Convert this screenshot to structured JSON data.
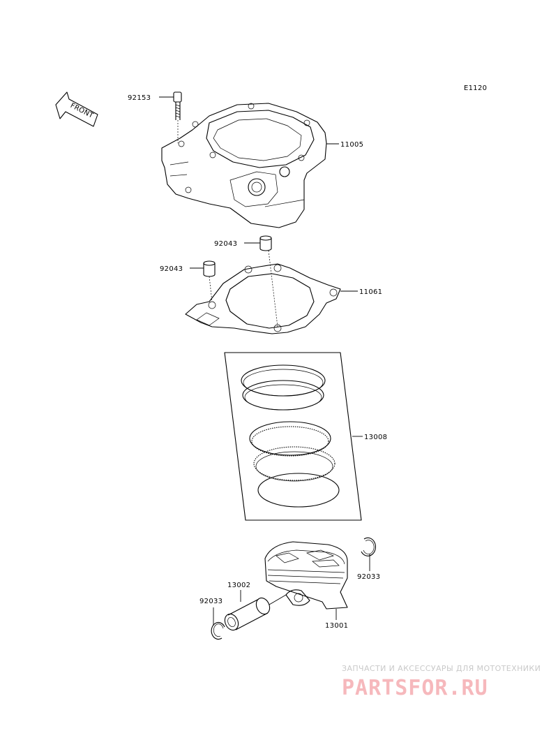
{
  "diagram_code": "E1120",
  "front_label": "FRONT",
  "parts": {
    "bolt": "92153",
    "cylinder": "11005",
    "dowel_upper": "92043",
    "dowel_lower": "92043",
    "gasket": "11061",
    "ring_set": "13008",
    "circlip_right": "92033",
    "pin": "13002",
    "circlip_left": "92033",
    "piston": "13001"
  },
  "watermark": {
    "subtitle": "ЗАПЧАСТИ И АКСЕССУАРЫ ДЛЯ МОТОТЕХНИКИ",
    "brand": "PARTSFOR.RU"
  }
}
